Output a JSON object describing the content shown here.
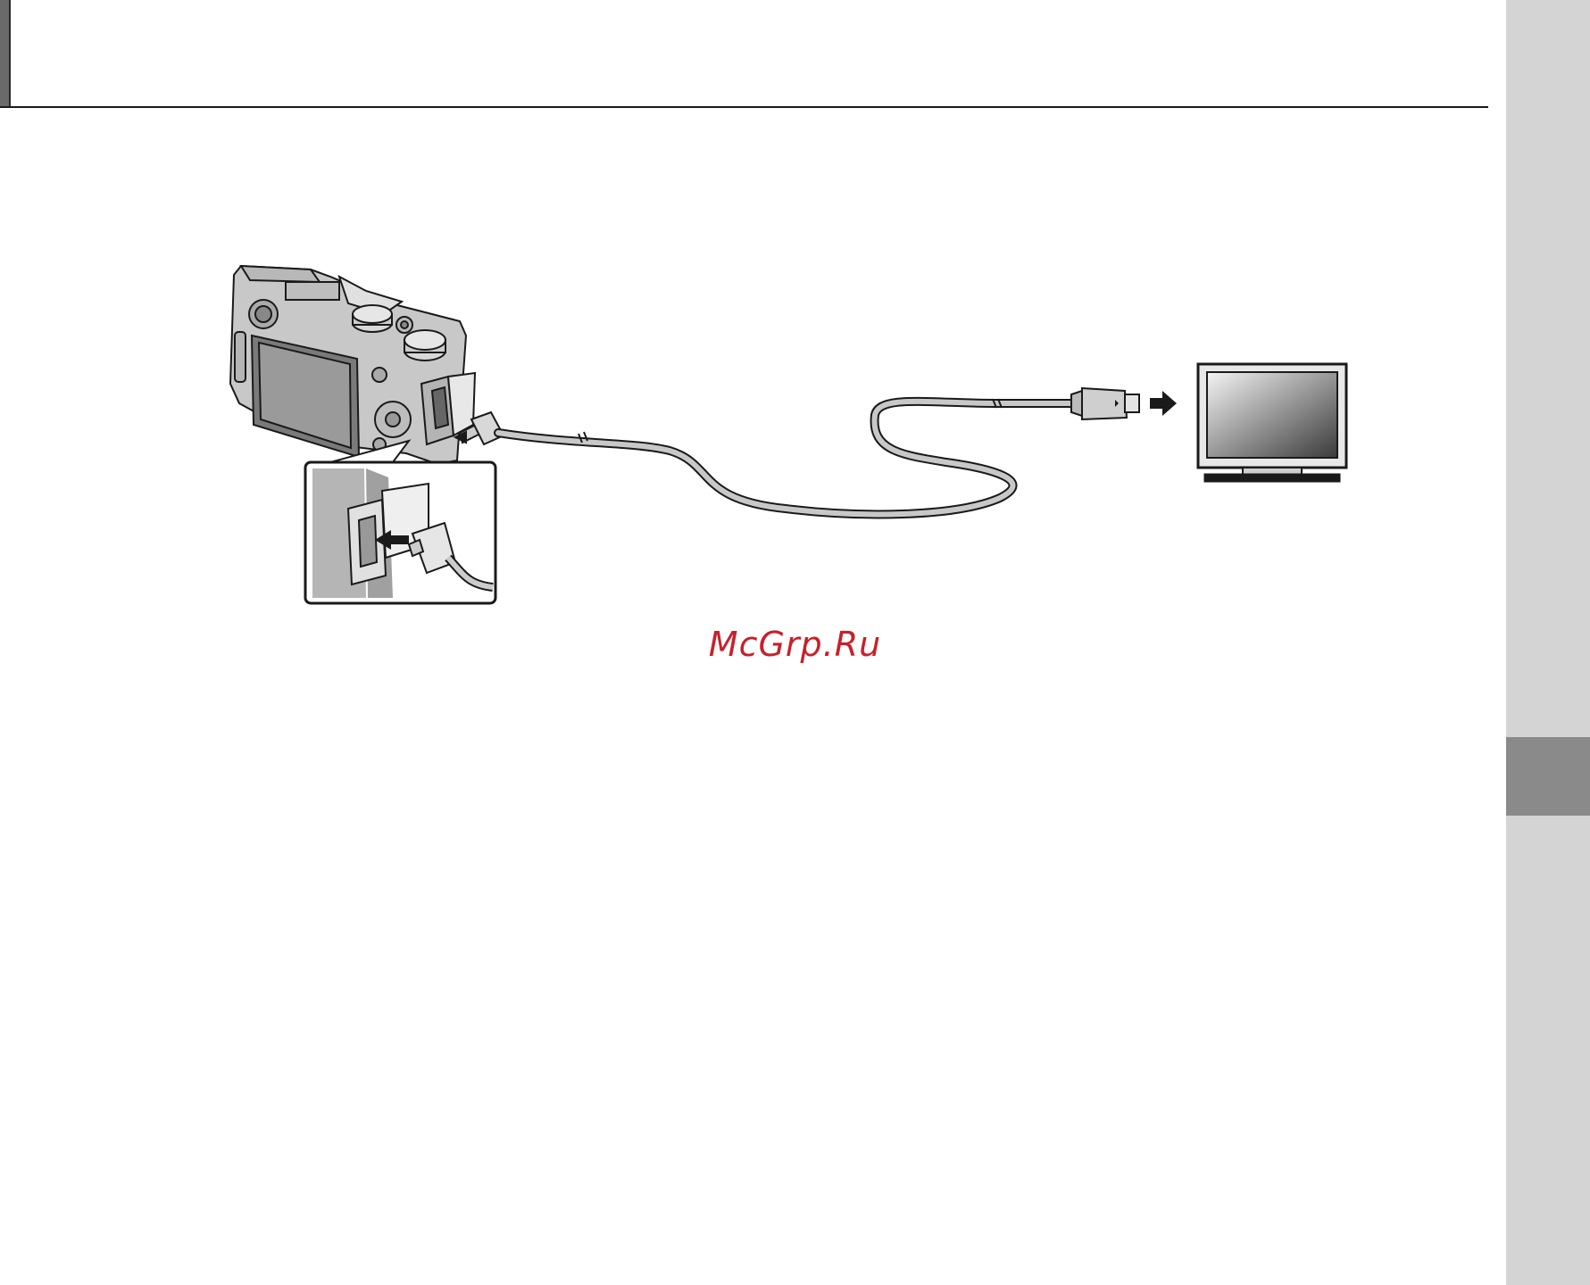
{
  "watermark": {
    "text": "McGrp.Ru",
    "color": "#c8202a"
  },
  "colors": {
    "side_strip": "#d4d4d4",
    "side_tab": "#8a8a8a",
    "cable": "#c4c4c4",
    "line": "#1a1a1a"
  },
  "icons": [
    "camera-illustration",
    "hdmi-cable",
    "hdmi-plug-icon",
    "tv-icon",
    "arrow-right-icon",
    "inset-zoom"
  ]
}
